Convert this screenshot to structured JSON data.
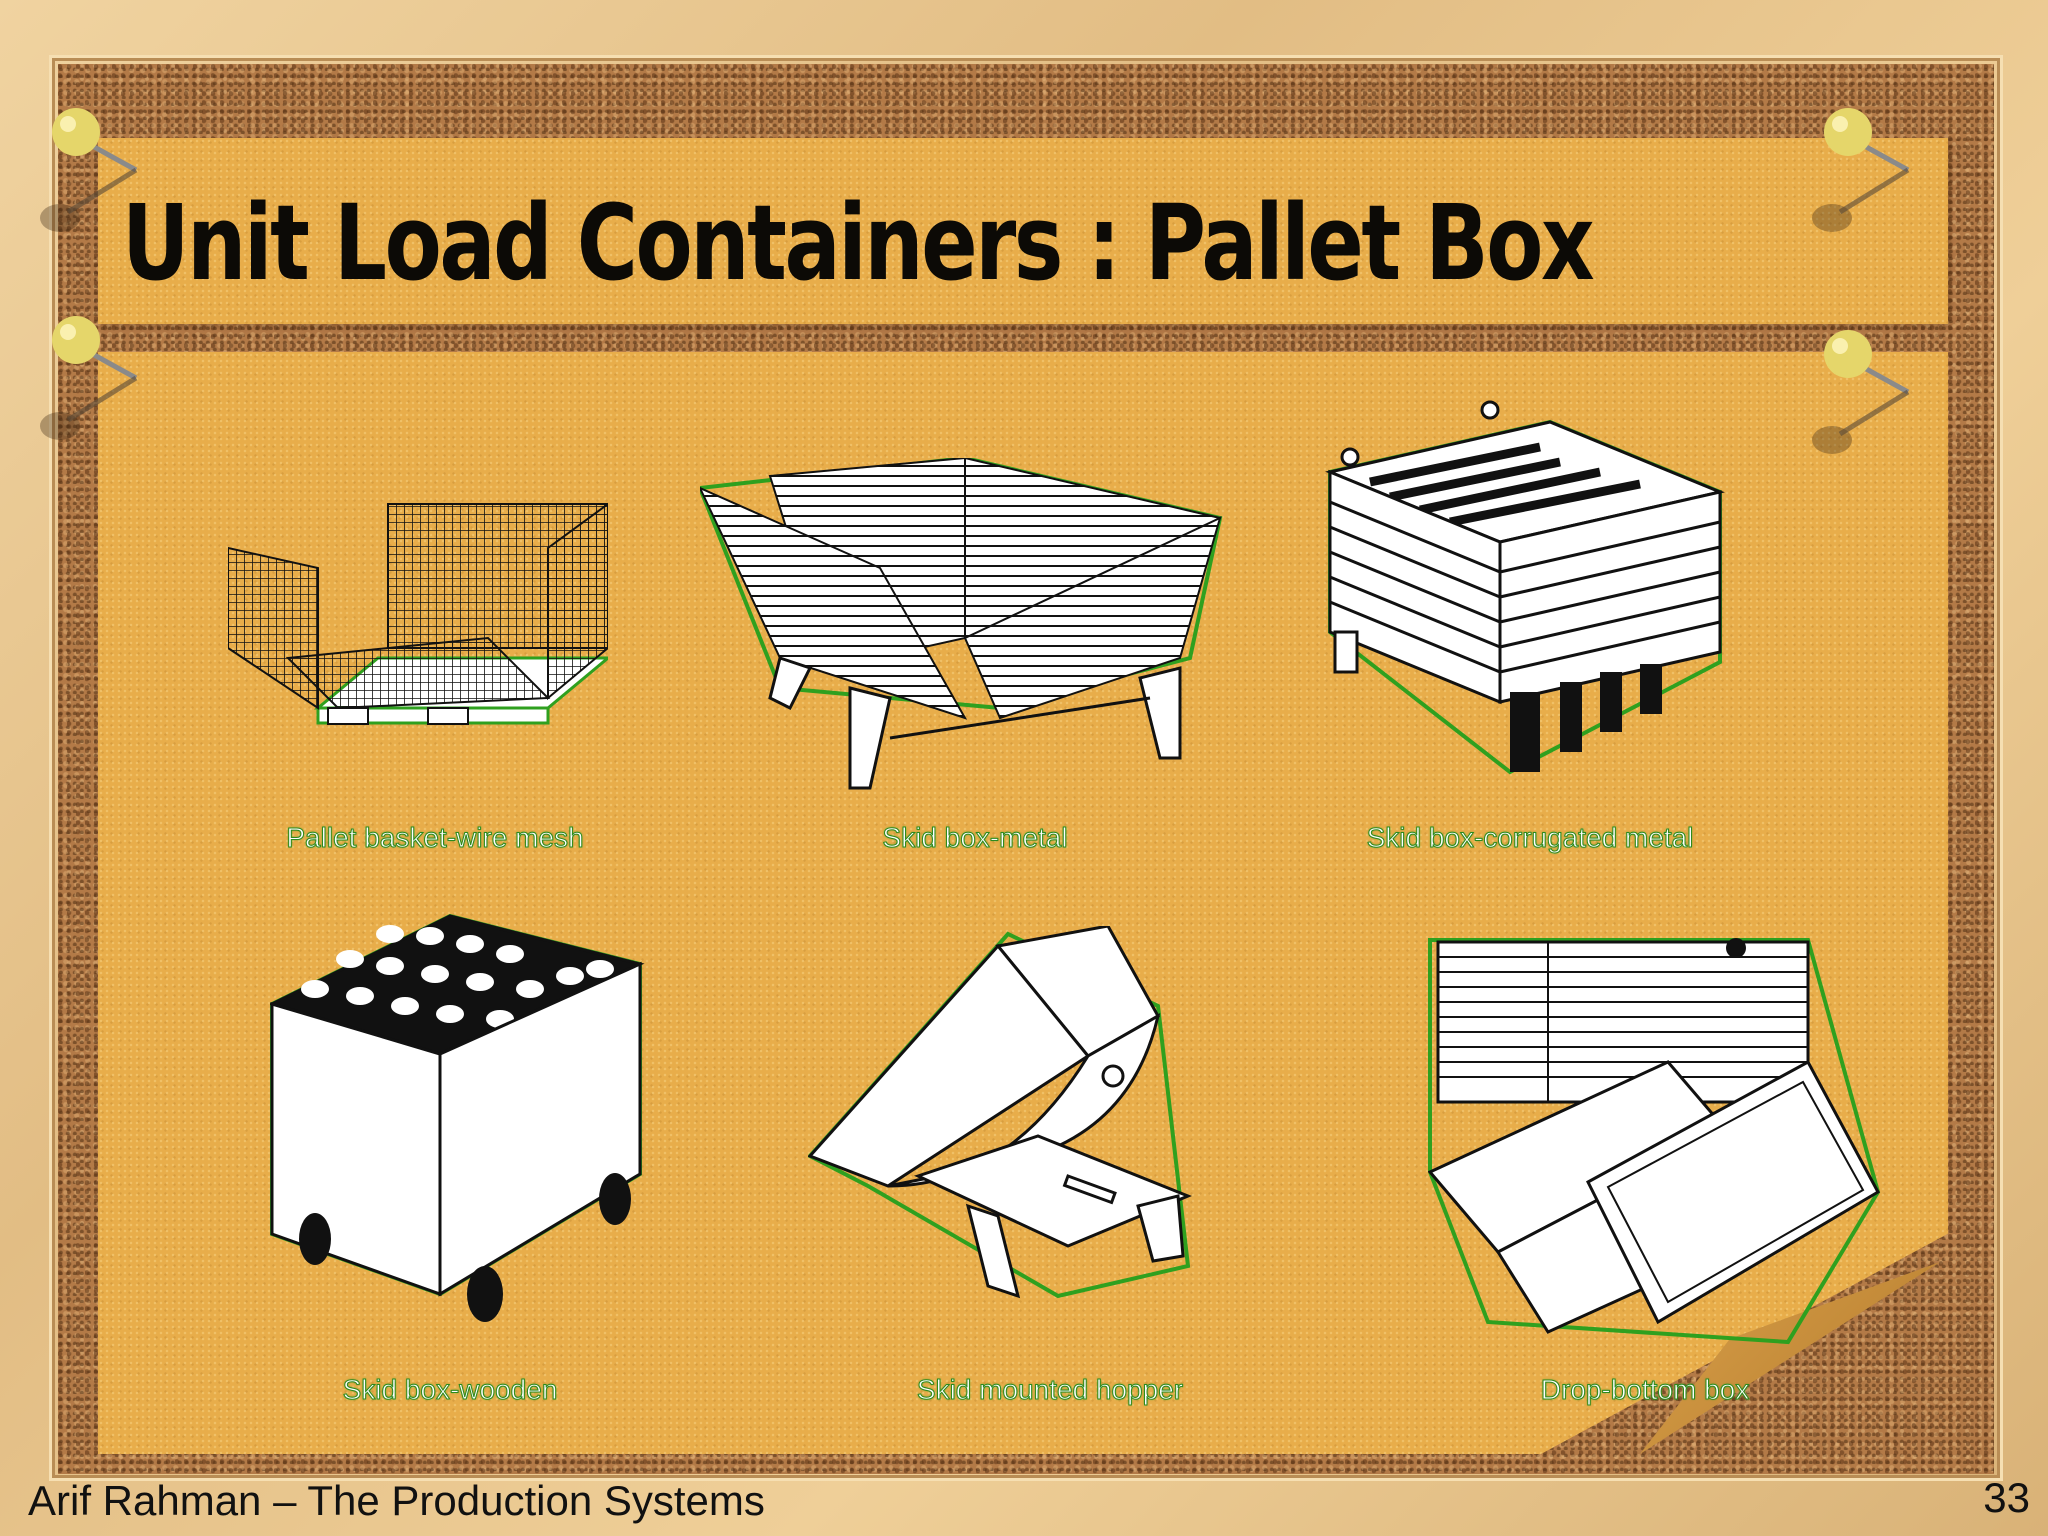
{
  "slide": {
    "title": "Unit Load Containers : Pallet Box",
    "page_number": "33"
  },
  "footer": {
    "text": "Arif Rahman – The Production Systems"
  },
  "figures": [
    {
      "caption": "Pallet basket-wire mesh",
      "icon": "wire-mesh-basket-icon"
    },
    {
      "caption": "Skid box-metal",
      "icon": "metal-skid-box-icon"
    },
    {
      "caption": "Skid box-corrugated metal",
      "icon": "corrugated-skid-box-icon"
    },
    {
      "caption": "Skid box-wooden",
      "icon": "wooden-skid-box-icon"
    },
    {
      "caption": "Skid mounted hopper",
      "icon": "hopper-icon"
    },
    {
      "caption": "Drop-bottom box",
      "icon": "drop-bottom-box-icon"
    }
  ],
  "colors": {
    "paper": "#e8ad4a",
    "cork": "#b37a47",
    "frame": "#e2bd84",
    "caption_outline": "#2d8a1e",
    "pin_head": "#e5d66a"
  }
}
